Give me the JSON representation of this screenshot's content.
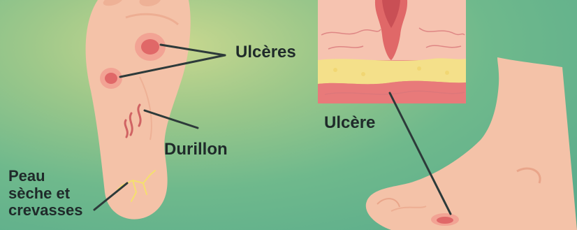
{
  "labels": {
    "ulceres": "Ulcères",
    "durillon": "Durillon",
    "ulcere": "Ulcère",
    "peau_lines": [
      "Peau",
      "sèche et",
      "crevasses"
    ]
  },
  "colors": {
    "skin": "#f4c2a8",
    "skin_shadow": "#e9a58a",
    "ulcer": "#e06868",
    "fat_layer": "#f4e08a",
    "muscle_layer": "#e87a7a",
    "crack": "#f5e06e",
    "leader_line": "#2d3a3a"
  }
}
